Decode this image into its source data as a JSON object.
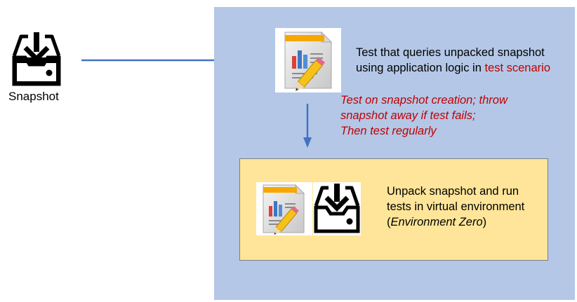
{
  "snapshot": {
    "label": "Snapshot",
    "icon": "drive-download-icon"
  },
  "panel": {
    "color": "#b4c7e7",
    "test_icon": "report-pencil-icon",
    "description_part1": "Test that queries unpacked snapshot using application logic in ",
    "description_highlight": "test scenario",
    "italic_lines": [
      "Test on snapshot creation; throw",
      "snapshot away if test fails;",
      "Then test regularly"
    ]
  },
  "environment": {
    "color": "#fee599",
    "icons": [
      "report-pencil-icon",
      "drive-download-icon"
    ],
    "line1": "Unpack snapshot and run",
    "line2": "tests in virtual environment",
    "line3_open": "(",
    "line3_italic": "Environment Zero",
    "line3_close": ")"
  },
  "colors": {
    "arrow": "#4472c4",
    "highlight_red": "#c00000"
  }
}
